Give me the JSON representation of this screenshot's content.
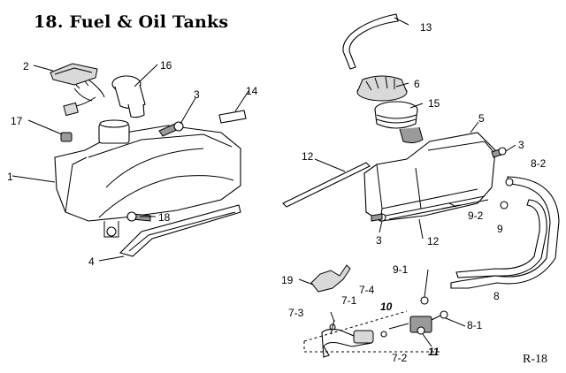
{
  "title": "18. Fuel & Oil Tanks",
  "page_ref": "R-18",
  "callouts": [
    {
      "id": "c13",
      "label": "13"
    },
    {
      "id": "c2",
      "label": "2"
    },
    {
      "id": "c16",
      "label": "16"
    },
    {
      "id": "c6",
      "label": "6"
    },
    {
      "id": "c3a",
      "label": "3"
    },
    {
      "id": "c14",
      "label": "14"
    },
    {
      "id": "c15",
      "label": "15"
    },
    {
      "id": "c17",
      "label": "17"
    },
    {
      "id": "c5",
      "label": "5"
    },
    {
      "id": "c3b",
      "label": "3"
    },
    {
      "id": "c8-2",
      "label": "8-2"
    },
    {
      "id": "c12a",
      "label": "12"
    },
    {
      "id": "c1",
      "label": "1"
    },
    {
      "id": "c9-2",
      "label": "9-2"
    },
    {
      "id": "c18",
      "label": "18"
    },
    {
      "id": "c9",
      "label": "9"
    },
    {
      "id": "c3c",
      "label": "3"
    },
    {
      "id": "c12b",
      "label": "12"
    },
    {
      "id": "c4",
      "label": "4"
    },
    {
      "id": "c19",
      "label": "19"
    },
    {
      "id": "c9-1",
      "label": "9-1"
    },
    {
      "id": "c7-4",
      "label": "7-4"
    },
    {
      "id": "c8",
      "label": "8"
    },
    {
      "id": "c7-1",
      "label": "7-1"
    },
    {
      "id": "c10",
      "label": "10"
    },
    {
      "id": "c7-3",
      "label": "7-3"
    },
    {
      "id": "c8-1",
      "label": "8-1"
    },
    {
      "id": "c11",
      "label": "11"
    },
    {
      "id": "c7-2",
      "label": "7-2"
    }
  ]
}
